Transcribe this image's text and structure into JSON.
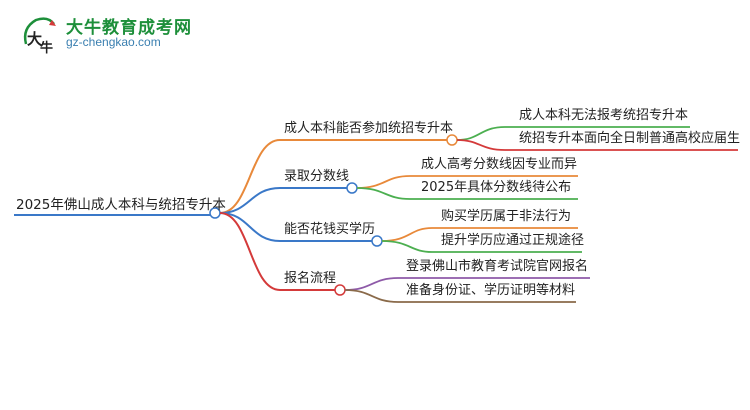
{
  "brand": {
    "name": "大牛教育成考网",
    "url": "gz-chengkao.com",
    "logo_text": "大牛"
  },
  "mindmap": {
    "root": "2025年佛山成人本科与统招专升本",
    "branches": [
      {
        "label": "成人本科能否参加统招专升本",
        "color": "#e8893a",
        "children": [
          {
            "label": "成人本科无法报考统招专升本",
            "color": "#4caf50"
          },
          {
            "label": "统招专升本面向全日制普通高校应届生",
            "color": "#d43a3a"
          }
        ]
      },
      {
        "label": "录取分数线",
        "color": "#3a78c8",
        "children": [
          {
            "label": "成人高考分数线因专业而异",
            "color": "#e8893a"
          },
          {
            "label": "2025年具体分数线待公布",
            "color": "#4caf50"
          }
        ]
      },
      {
        "label": "能否花钱买学历",
        "color": "#3a78c8",
        "children": [
          {
            "label": "购买学历属于非法行为",
            "color": "#e8893a"
          },
          {
            "label": "提升学历应通过正规途径",
            "color": "#4caf50"
          }
        ]
      },
      {
        "label": "报名流程",
        "color": "#d43a3a",
        "children": [
          {
            "label": "登录佛山市教育考试院官网报名",
            "color": "#8e5aa8"
          },
          {
            "label": "准备身份证、学历证明等材料",
            "color": "#8a6a4a"
          }
        ]
      }
    ]
  }
}
